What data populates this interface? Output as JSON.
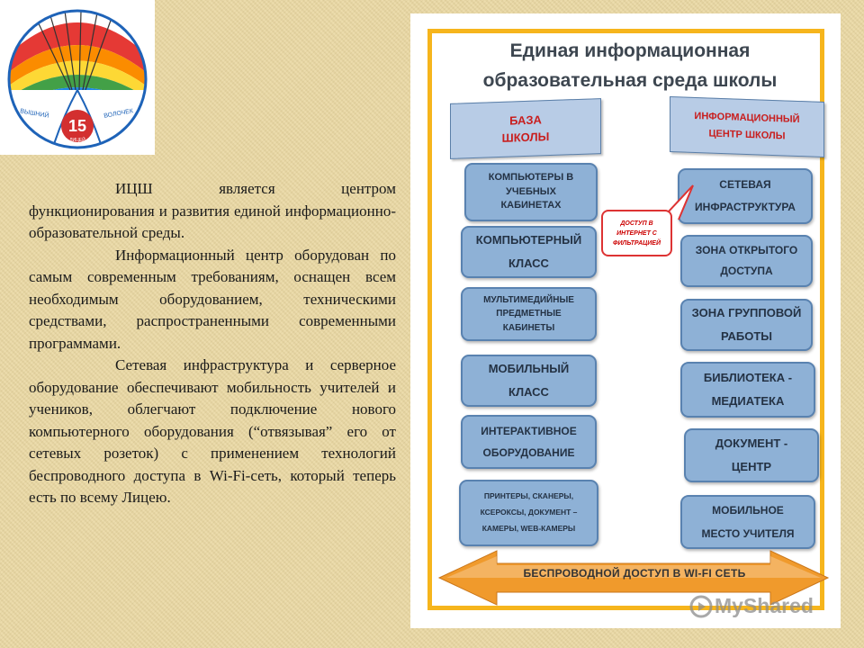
{
  "logo": {
    "top_text_left": "ВЫШНИЙ",
    "top_text_right": "ВОЛОЧЕК",
    "number": "15",
    "label": "ЛИЦЕЙ"
  },
  "body_text": {
    "p1": "ИЦШ является центром функционирования и развития единой информационно-образовательной среды.",
    "p2": "Информационный центр оборудован по самым современным требованиям, оснащен всем необходимым оборудованием, техническими средствами, распространенными современными программами.",
    "p3": "Сетевая инфраструктура и серверное оборудование обеспечивают мобильность учителей и учеников, облегчают подключение нового компьютерного оборудования (“отвязывая” его от сетевых розеток) с применением технологий беспроводного доступа в Wi-Fi-сеть, который теперь есть по всему Лицею."
  },
  "diagram": {
    "title_line1": "Единая информационная",
    "title_line2": "образовательная среда школы",
    "left_banner_line1": "БАЗА",
    "left_banner_line2": "ШКОЛЫ",
    "right_banner_line1": "ИНФОРМАЦИОННЫЙ",
    "right_banner_line2": "ЦЕНТР ШКОЛЫ",
    "left_boxes": [
      "КОМПЬЮТЕРЫ В\nУЧЕБНЫХ\nКАБИНЕТАХ",
      "КОМПЬЮТЕРНЫЙ\nКЛАСС",
      "МУЛЬТИМЕДИЙНЫЕ\nПРЕДМЕТНЫЕ\nКАБИНЕТЫ",
      "МОБИЛЬНЫЙ\nКЛАСС",
      "ИНТЕРАКТИВНОЕ\nОБОРУДОВАНИЕ",
      "ПРИНТЕРЫ, СКАНЕРЫ,\nКСЕРОКСЫ, ДОКУМЕНТ –\nКАМЕРЫ, WEB-КАМЕРЫ"
    ],
    "right_boxes": [
      "СЕТЕВАЯ\nИНФРАСТРУКТУРА",
      "ЗОНА ОТКРЫТОГО\nДОСТУПА",
      "ЗОНА ГРУППОВОЙ\nРАБОТЫ",
      "БИБЛИОТЕКА -\nМЕДИАТЕКА",
      "ДОКУМЕНТ -\nЦЕНТР",
      "МОБИЛЬНОЕ\nМЕСТО УЧИТЕЛЯ"
    ],
    "callout": "ДОСТУП В\nИНТЕРНЕТ С\nФИЛЬТРАЦИЕЙ",
    "arrow_label": "БЕСПРОВОДНОЙ ДОСТУП В WI-FI СЕТЬ"
  },
  "watermark": "MyShared",
  "colors": {
    "background": "#ead9a4",
    "frame": "#f6b51c",
    "box_fill": "#8eb1d6",
    "banner_text": "#c81e1e",
    "arrow": "#f09a2c"
  }
}
